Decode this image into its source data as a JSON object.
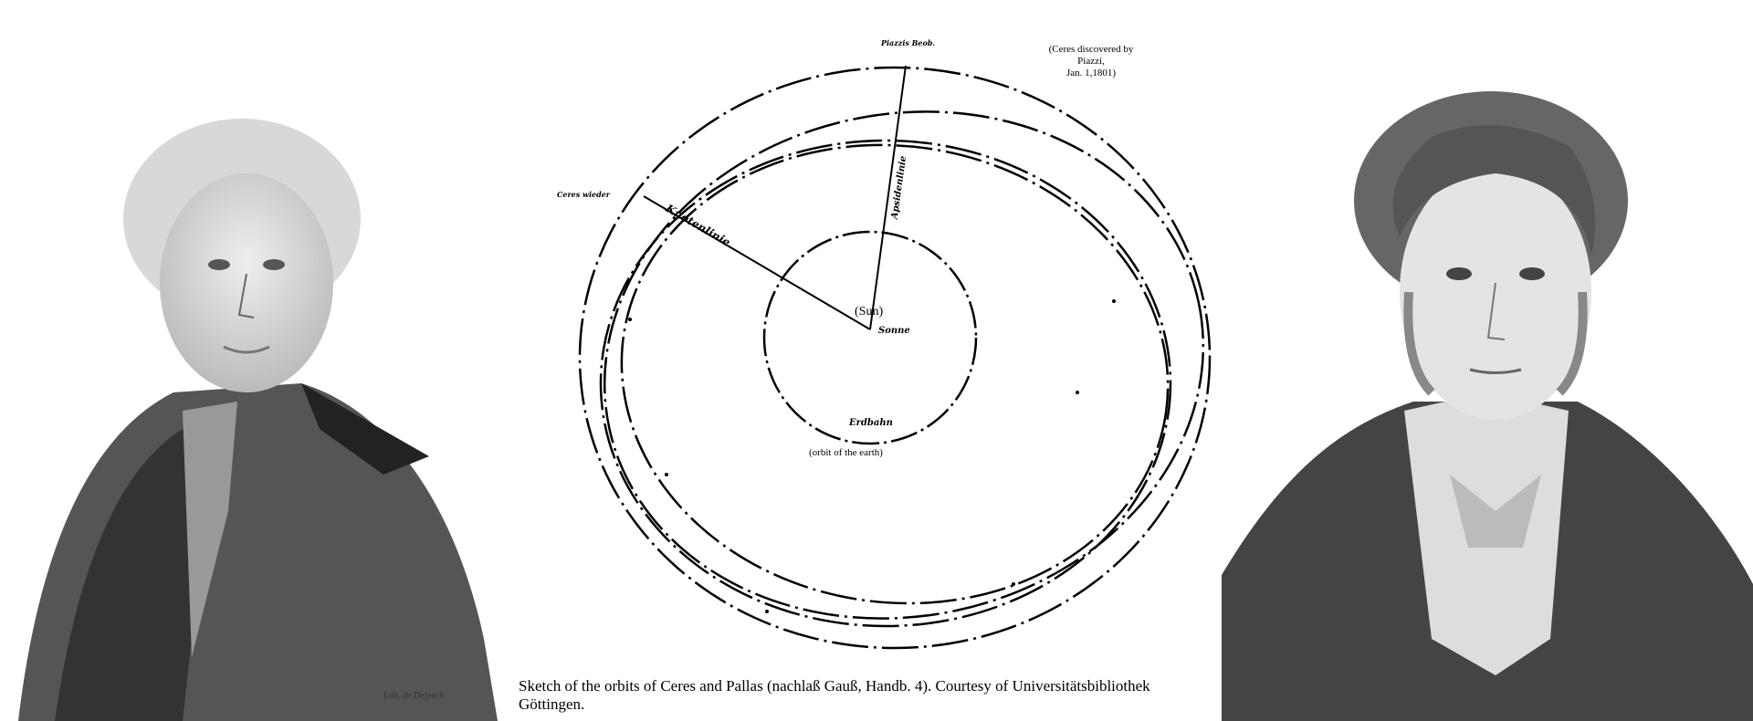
{
  "left_portrait": {
    "signature": "Lith. de Delpech"
  },
  "diagram": {
    "labels": {
      "sun": "(Sun)",
      "earth_orbit": "(orbit of the earth)",
      "ceres_note": [
        "(Ceres discovered by",
        "Piazzi,",
        "Jan. 1,1801)"
      ]
    },
    "handwritten": {
      "sonne": "Sonne",
      "erdbahn": "Erdbahn",
      "apsidenlinie": "Apsidenlinie",
      "knotenlinie": "Knotenlinie",
      "piazzis": "Piazzis Beob.",
      "ceres_wieder": "Ceres wieder"
    }
  },
  "caption": "Sketch of the orbits of Ceres and Pallas (nachlaß Gauß, Handb. 4). Courtesy of Universitätsbibliothek Göttingen."
}
